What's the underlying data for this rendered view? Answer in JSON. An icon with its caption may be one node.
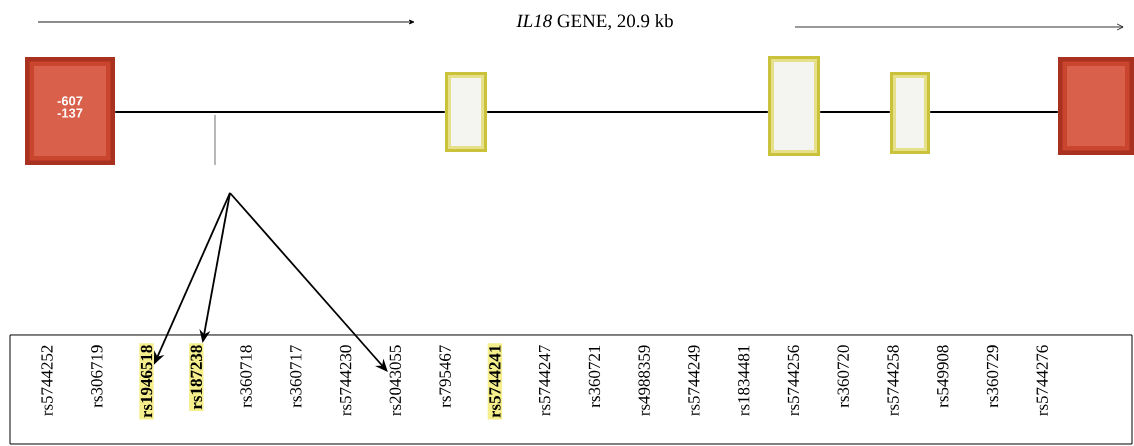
{
  "diagram": {
    "title": "*IL18* GENE, 20.9 kb",
    "nodes": [
      {
        "text": [
          "-607",
          "-137"
        ]
      },
      {
        "text": [],
        "shape": "box"
      },
      {
        "text": [],
        "shape": "box"
      },
      {
        "text": [],
        "shape": "box"
      },
      {
        "text": [],
        "shape": "box"
      },
      {
        "text": [],
        "shape": "box"
      },
      {
        "text": [
          "rs5744252"
        ],
        "in": 5
      },
      {
        "text": [
          "rs306719"
        ],
        "in": 5
      },
      {
        "text": [
          "rs1946518"
        ],
        "in": 5
      },
      {
        "text": [
          "rs187238"
        ],
        "in": 5
      },
      {
        "text": [
          "rs360718"
        ],
        "in": 5
      },
      {
        "text": [
          "rs360717"
        ],
        "in": 5
      },
      {
        "text": [
          "rs5744230"
        ],
        "in": 5
      },
      {
        "text": [
          "rs2043055"
        ],
        "in": 5
      },
      {
        "text": [
          "rs795467"
        ],
        "in": 5
      },
      {
        "text": [
          "rs5744241"
        ],
        "in": 5
      },
      {
        "text": [
          "rs5744247"
        ],
        "in": 5
      },
      {
        "text": [
          "rs360721"
        ],
        "in": 5
      },
      {
        "text": [
          "rs4988359"
        ],
        "in": 5
      },
      {
        "text": [
          "rs5744249"
        ],
        "in": 5
      },
      {
        "text": [
          "rs1834481"
        ],
        "in": 5
      },
      {
        "text": [
          "rs5744256"
        ],
        "in": 5
      },
      {
        "text": [
          "rs360720"
        ],
        "in": 5
      },
      {
        "text": [
          "rs5744258"
        ],
        "in": 5
      },
      {
        "text": [
          "rs549908"
        ],
        "in": 5
      },
      {
        "text": [
          "rs360729"
        ],
        "in": 5
      },
      {
        "text": [
          "rs5744276"
        ],
        "in": 5
      }
    ],
    "edges": [
      {
        "from": 0,
        "to": 1,
        "arrow": "none"
      },
      {
        "from": 1,
        "to": 2,
        "arrow": "none"
      },
      {
        "from": 2,
        "to": 3,
        "arrow": "none"
      },
      {
        "from": 3,
        "to": 4,
        "arrow": "none"
      },
      {
        "from": null,
        "to": 8,
        "arrow": "to"
      },
      {
        "from": null,
        "to": 9,
        "arrow": "to"
      },
      {
        "from": null,
        "to": 13,
        "arrow": "to"
      }
    ]
  }
}
